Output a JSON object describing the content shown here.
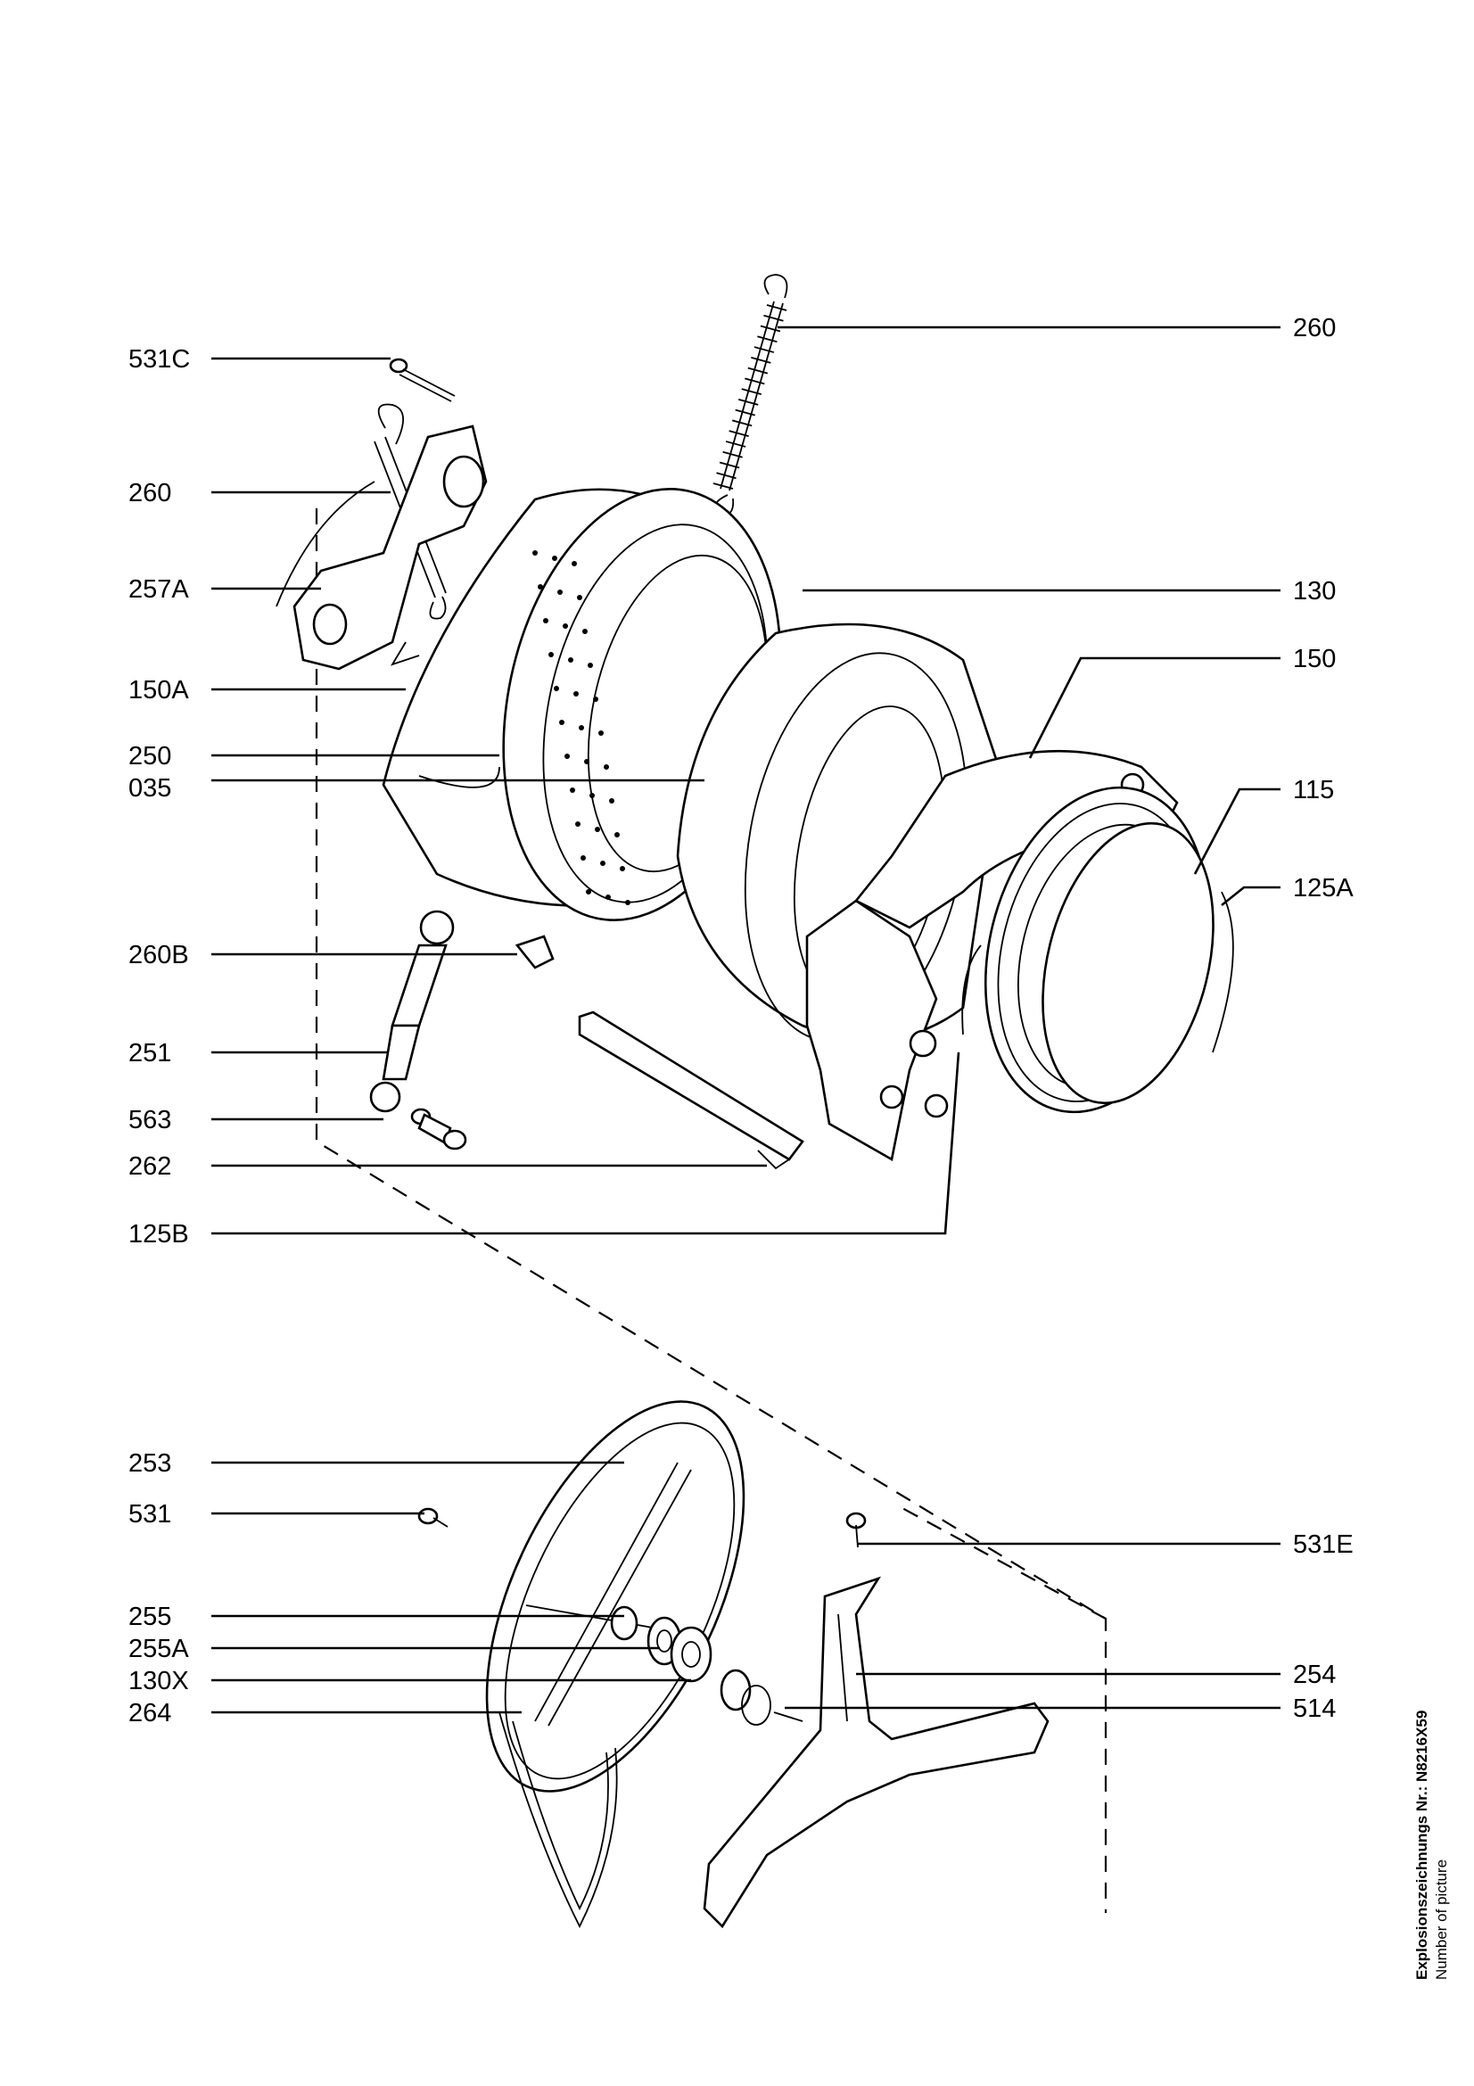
{
  "drawing": {
    "number_label": "Explosionszeichnungs Nr.: N8216X59",
    "number_label_en": "Number of picture"
  },
  "labels": {
    "l531C": "531C",
    "l260a": "260",
    "l260b": "260",
    "l257A": "257A",
    "l130": "130",
    "l150A": "150A",
    "l150": "150",
    "l250": "250",
    "l035": "035",
    "l115": "115",
    "l125A": "125A",
    "l260B": "260B",
    "l251": "251",
    "l563": "563",
    "l262": "262",
    "l125B": "125B",
    "l253": "253",
    "l531": "531",
    "l531E": "531E",
    "l255": "255",
    "l255A": "255A",
    "l130X": "130X",
    "l254": "254",
    "l264": "264",
    "l514": "514"
  }
}
